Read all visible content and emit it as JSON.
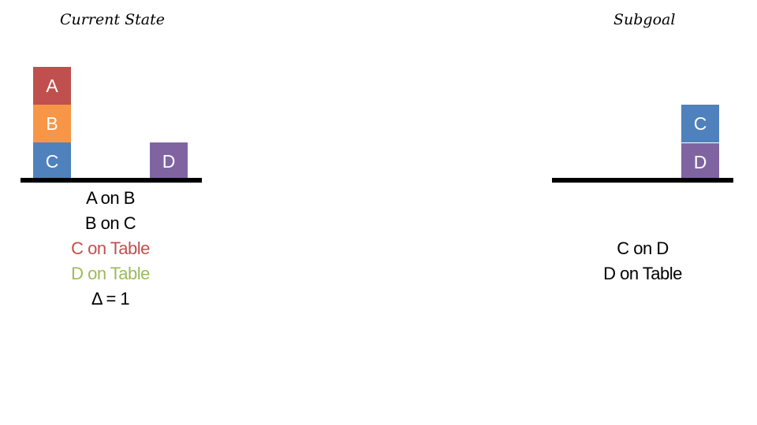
{
  "left": {
    "title": "Current State",
    "blocks": {
      "a": {
        "label": "A",
        "color": "#C0504D"
      },
      "b": {
        "label": "B",
        "color": "#F79646"
      },
      "c": {
        "label": "C",
        "color": "#4F81BD"
      },
      "d": {
        "label": "D",
        "color": "#8064A2"
      }
    },
    "facts": [
      {
        "text": "A on B",
        "color": "#000000"
      },
      {
        "text": "B on C",
        "color": "#000000"
      },
      {
        "text": "C on Table",
        "color": "#C0504D"
      },
      {
        "text": "D on Table",
        "color": "#9BBB59"
      },
      {
        "text": "Δ = 1",
        "color": "#000000"
      }
    ]
  },
  "right": {
    "title": "Subgoal",
    "blocks": {
      "c": {
        "label": "C",
        "color": "#4F81BD"
      },
      "d": {
        "label": "D",
        "color": "#8064A2"
      }
    },
    "facts": [
      {
        "text": "C on D",
        "color": "#000000"
      },
      {
        "text": "D on Table",
        "color": "#000000"
      }
    ]
  }
}
